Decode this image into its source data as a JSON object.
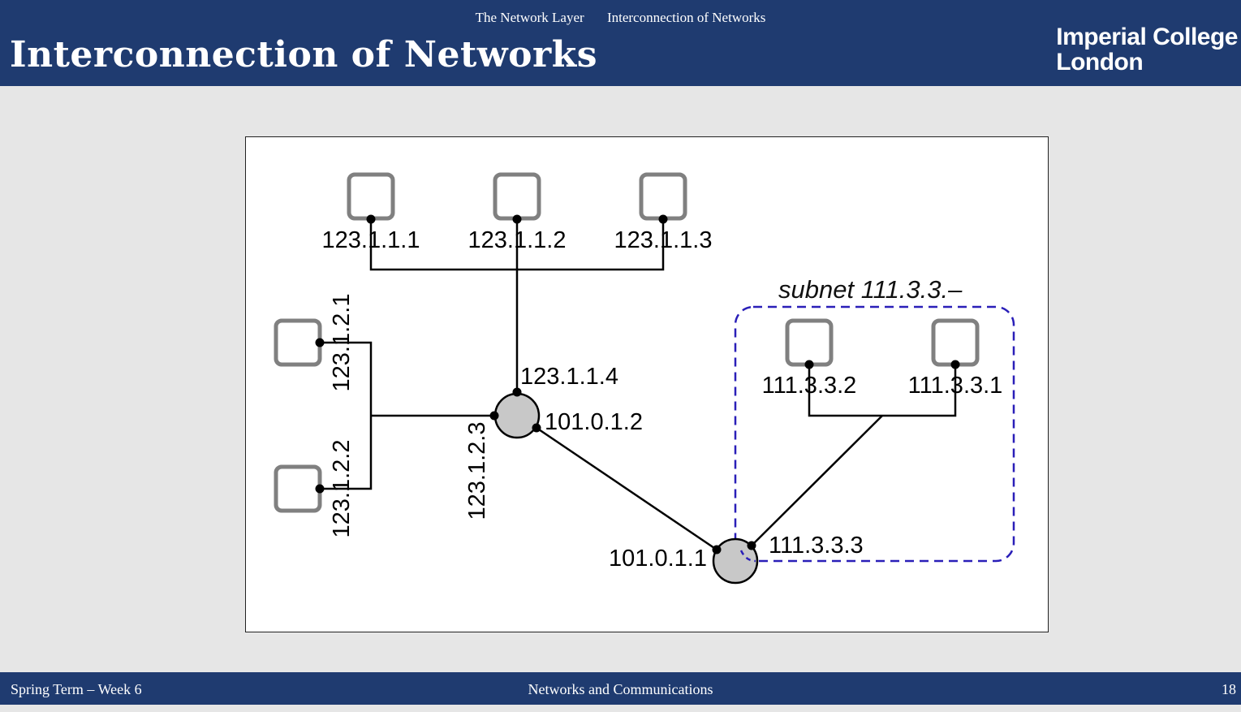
{
  "header": {
    "section": "The Network Layer",
    "subsection": "Interconnection of Networks",
    "title": "Interconnection of Networks",
    "logo_line1": "Imperial College",
    "logo_line2": "London"
  },
  "diagram": {
    "subnet_label": "subnet 111.3.3.–",
    "hosts": {
      "h1": "123.1.1.1",
      "h2": "123.1.1.2",
      "h3": "123.1.1.3",
      "h4": "123.1.2.1",
      "h5": "123.1.2.2",
      "h6": "111.3.3.2",
      "h7": "111.3.3.1"
    },
    "router1": {
      "if_top": "123.1.1.4",
      "if_right": "101.0.1.2",
      "if_left": "123.1.2.3"
    },
    "router2": {
      "if_left": "101.0.1.1",
      "if_right": "111.3.3.3"
    },
    "colors": {
      "subnet_border": "#2a1fb8",
      "host_border": "#808080",
      "router_fill": "#c8c8c8"
    }
  },
  "footer": {
    "left": "Spring Term – Week 6",
    "center": "Networks and Communications",
    "page": "18"
  }
}
